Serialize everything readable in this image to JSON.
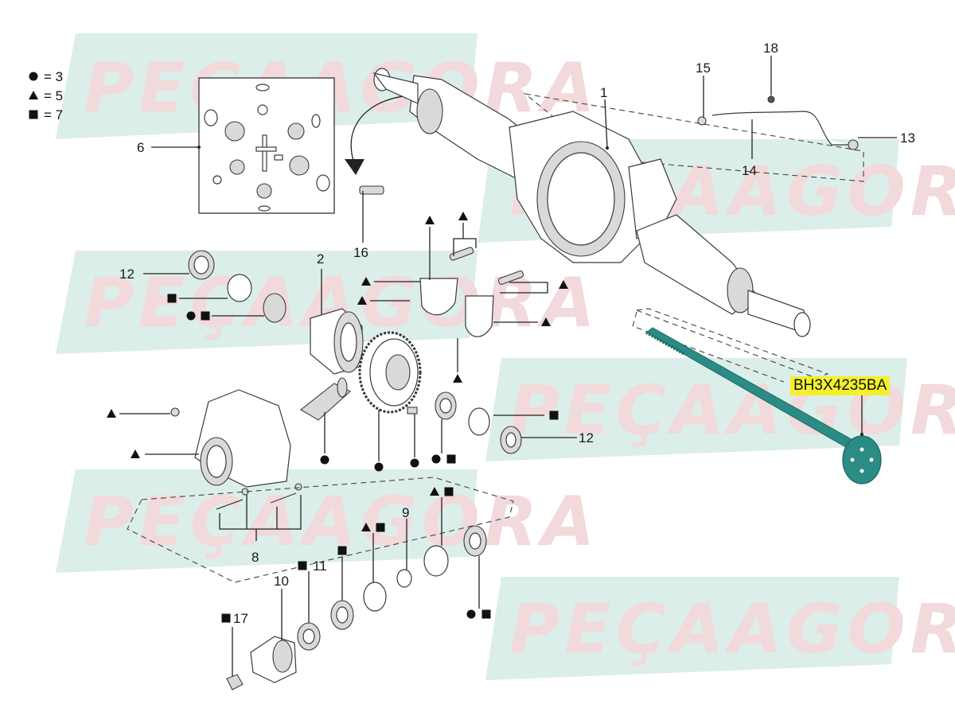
{
  "watermark": {
    "text": "PEÇAAGORA"
  },
  "legend": [
    {
      "symbol": "circle",
      "text": "= 3"
    },
    {
      "symbol": "triangle",
      "text": "= 5"
    },
    {
      "symbol": "square",
      "text": "= 7"
    }
  ],
  "callouts": {
    "n1": "1",
    "n2": "2",
    "n6": "6",
    "n8": "8",
    "n9": "9",
    "n10": "10",
    "n11": "11",
    "n12a": "12",
    "n12b": "12",
    "n13": "13",
    "n14": "14",
    "n15": "15",
    "n16": "16",
    "n17": "17",
    "n18": "18"
  },
  "highlight": {
    "part_number": "BH3X4235BA",
    "color": "#f4f02c"
  },
  "colors": {
    "axle_shaft": "#2a8c84",
    "watermark_band": "#dceee9",
    "watermark_text": "#f2d9db"
  }
}
